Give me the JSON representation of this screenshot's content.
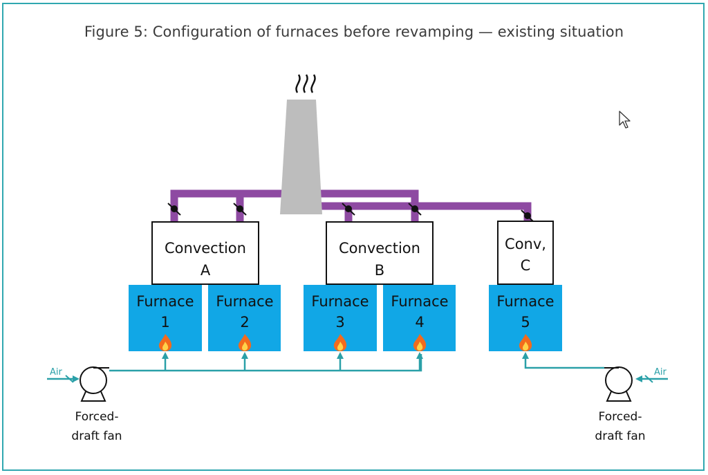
{
  "figure": {
    "title": "Figure 5: Configuration of furnaces before revamping — existing situation"
  },
  "convection_sections": [
    {
      "line1": "Convection",
      "line2": "A"
    },
    {
      "line1": "Convection",
      "line2": "B"
    },
    {
      "line1": "Conv,",
      "line2": "C"
    }
  ],
  "furnaces": [
    {
      "label": "Furnace",
      "number": "1"
    },
    {
      "label": "Furnace",
      "number": "2"
    },
    {
      "label": "Furnace",
      "number": "3"
    },
    {
      "label": "Furnace",
      "number": "4"
    },
    {
      "label": "Furnace",
      "number": "5"
    }
  ],
  "fans": [
    {
      "air_label": "Air",
      "line1": "Forced-",
      "line2": "draft fan"
    },
    {
      "air_label": "Air",
      "line1": "Forced-",
      "line2": "draft fan"
    }
  ],
  "icons": {
    "flame": "flame-icon",
    "smoke": "smoke-icon",
    "damper": "damper-icon",
    "fan": "fan-icon",
    "cursor": "mouse-cursor-icon"
  },
  "colors": {
    "frame": "#2fa7b0",
    "duct": "#8e4aa2",
    "stack": "#bdbdbd",
    "furnace": "#11a7e6",
    "air_line": "#2aa0a8",
    "flame": "#f26b1d"
  }
}
